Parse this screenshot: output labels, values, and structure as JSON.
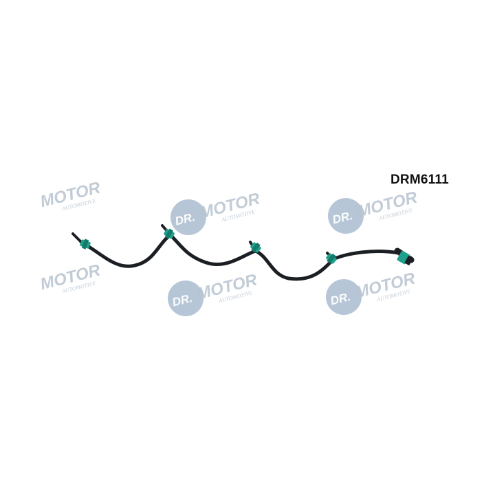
{
  "product": {
    "part_code": "DRM6111"
  },
  "watermark": {
    "brand_dr": "DR.",
    "brand_motor": "MOTOR",
    "tagline": "AUTOMOTIVE",
    "color_circle": "#9fb3c8",
    "color_text": "#b8c4d0"
  },
  "photo": {
    "subject": "hose",
    "hose_color": "#1b1f24",
    "connector_color": "#1fa08c"
  }
}
